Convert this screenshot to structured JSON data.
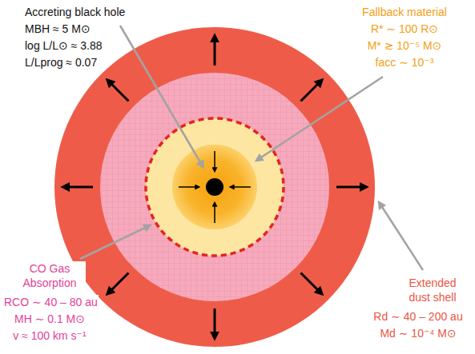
{
  "diagram": {
    "labels": [
      "Accreting black hole",
      "MBH ≈ 5 M⊙",
      "log L/L⊙ ≈ 3.88",
      "L/Lprog ≈ 0.07",
      "Fallback material",
      "R* ∼ 100 R⊙",
      "M* ≳ 10⁻⁵ M⊙",
      "facc ∼ 10⁻³",
      "CO Gas Absorption",
      "RCO ∼ 40 – 80 au",
      "MH ∼ 0.1 M⊙",
      "v ≈ 100 km s⁻¹",
      "Extended dust shell",
      "Rd ∼ 40 – 200 au",
      "Md ∼ 10⁻⁴ M⊙"
    ]
  }
}
